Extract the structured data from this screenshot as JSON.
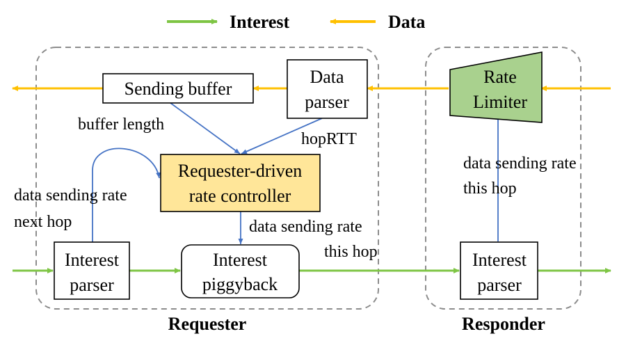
{
  "legend": {
    "interest_label": "Interest",
    "data_label": "Data"
  },
  "colors": {
    "interest": "#7ec544",
    "data": "#ffc000",
    "control": "#4472c4",
    "controller_fill": "#ffe699",
    "limiter_fill": "#a9d18e",
    "group_border": "#8c8c8c"
  },
  "groups": {
    "requester": "Requester",
    "responder": "Responder"
  },
  "boxes": {
    "sending_buffer": "Sending buffer",
    "data_parser": [
      "Data",
      "parser"
    ],
    "rate_controller": [
      "Requester-driven",
      "rate controller"
    ],
    "interest_parser_req": [
      "Interest",
      "parser"
    ],
    "interest_piggyback": [
      "Interest",
      "piggyback"
    ],
    "rate_limiter": [
      "Rate",
      "Limiter"
    ],
    "interest_parser_resp": [
      "Interest",
      "parser"
    ]
  },
  "edge_labels": {
    "buffer_length": "buffer length",
    "hop_rtt": "hopRTT",
    "rate_next_hop": [
      "data sending rate",
      "next hop"
    ],
    "rate_this_hop_req": [
      "data sending rate",
      "this hop"
    ],
    "rate_this_hop_resp": [
      "data sending rate",
      "this hop"
    ]
  }
}
